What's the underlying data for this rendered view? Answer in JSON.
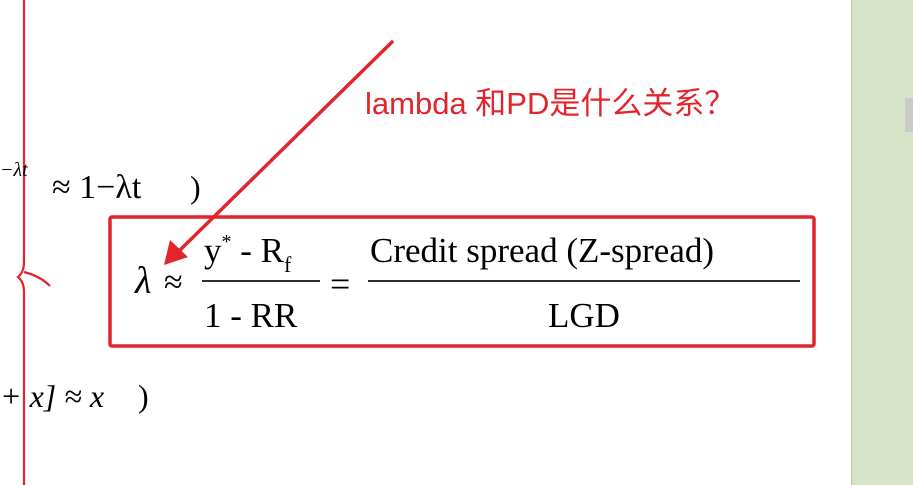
{
  "annotation": {
    "text": "lambda 和PD是什么关系？",
    "color": "#e3242b"
  },
  "line1": {
    "exp_fragment": "−λt",
    "approx_lhs": "≈ 1−λt",
    "paren": ")"
  },
  "line2": {
    "lhs": "+ x] ≈ x",
    "paren": ")"
  },
  "formula": {
    "lambda": "λ",
    "approx": "≈",
    "numerator": "y* - Rf",
    "numerator_y": "y",
    "numerator_star": "*",
    "numerator_mid": " - R",
    "numerator_sub": "f",
    "denominator": "1 - RR",
    "equals": "=",
    "rhs_numerator": "Credit spread (Z-spread)",
    "rhs_denominator": "LGD",
    "box_color": "#e3242b"
  },
  "colors": {
    "brace": "#e3242b",
    "side_panel": "#d7e4c8"
  }
}
